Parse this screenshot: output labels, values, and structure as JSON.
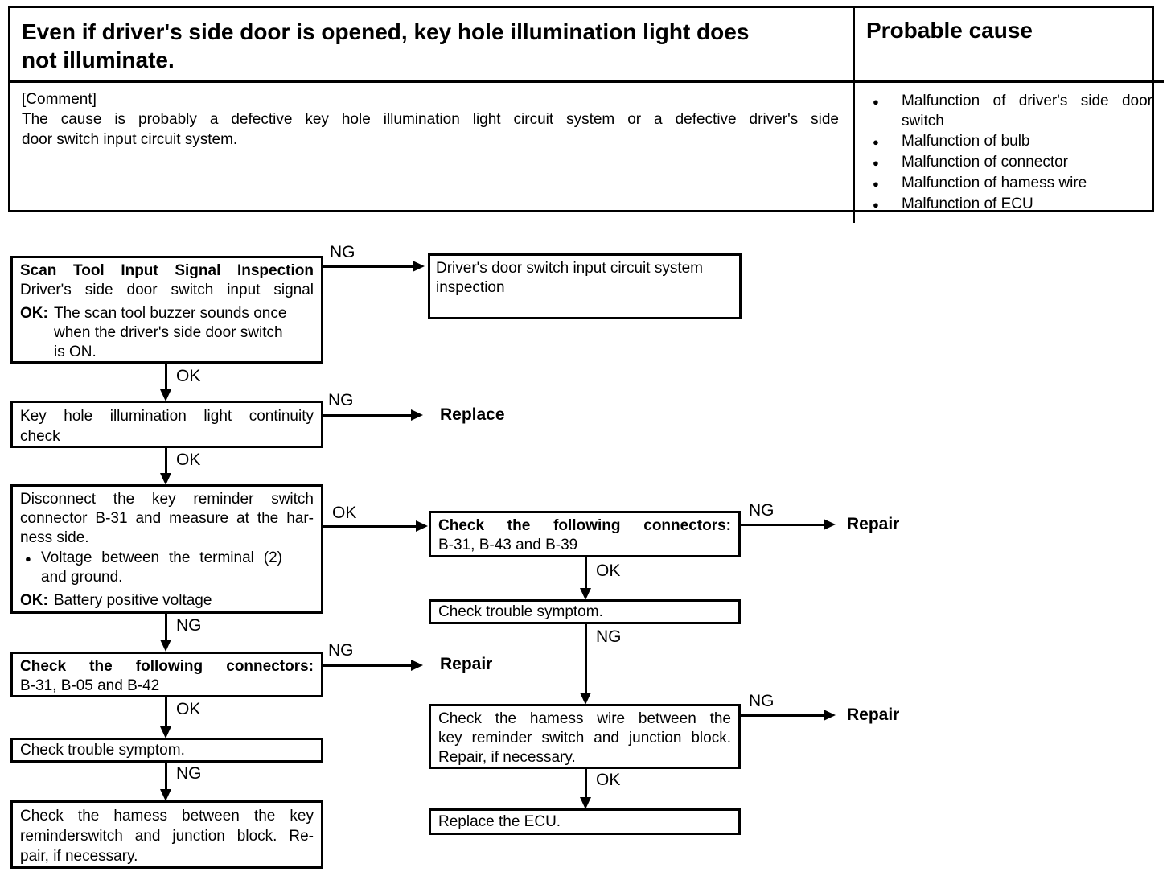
{
  "symptom_table": {
    "title_lines": [
      "Even if driver's side door is opened, key hole illumination light does",
      "not illuminate."
    ],
    "probable_cause_header": "Probable cause",
    "comment_label": "[Comment]",
    "comment_lines": [
      "The cause is probably a defective key hole illumination light circuit system or a defective driver's side",
      "door switch input circuit system."
    ],
    "bullet": "●",
    "causes": [
      "Malfunction of driver's side door switch",
      "Malfunction of bulb",
      "Malfunction of connector",
      "Malfunction of hamess wire",
      "Malfunction of ECU"
    ]
  },
  "flow": {
    "labels": {
      "ng": "NG",
      "ok": "OK"
    },
    "actions": {
      "repair": "Repair",
      "replace": "Replace"
    },
    "nodes": {
      "scan_tool": {
        "title": "Scan Tool Input Signal Inspection",
        "subtitle": "Driver's side door switch input signal",
        "ok_prefix": "OK:",
        "ok_lines": [
          "The scan tool buzzer sounds once",
          "when the driver's side door switch",
          "is ON."
        ]
      },
      "door_circuit": {
        "lines": [
          "Driver's door switch input circuit system",
          "inspection"
        ]
      },
      "keyhole": {
        "lines": [
          "Key hole illumination light continuity",
          "check"
        ]
      },
      "disconnect": {
        "lines": [
          "Disconnect the key reminder switch",
          "connector B-31 and measure at the har-",
          "ness side."
        ],
        "bullet": "●",
        "bullet_lines": [
          "Voltage between the terminal (2)",
          "and ground."
        ],
        "ok_prefix": "OK:",
        "ok_text": "Battery positive voltage"
      },
      "connectors_left": {
        "title": "Check the following connectors:",
        "detail": "B-31, B-05 and B-42"
      },
      "symptom_left": {
        "text": "Check trouble symptom."
      },
      "harness_left": {
        "lines": [
          "Check the hamess between the key",
          "reminderswitch and junction block. Re-",
          "pair, if necessary."
        ]
      },
      "connectors_right": {
        "title": "Check the following connectors:",
        "detail": "B-31, B-43 and B-39"
      },
      "symptom_right": {
        "text": "Check trouble symptom."
      },
      "harness_right": {
        "lines": [
          "Check the hamess wire between the",
          "key reminder switch and junction block.",
          "Repair, if necessary."
        ]
      },
      "replace_ecu": {
        "text": "Replace the ECU."
      }
    }
  }
}
